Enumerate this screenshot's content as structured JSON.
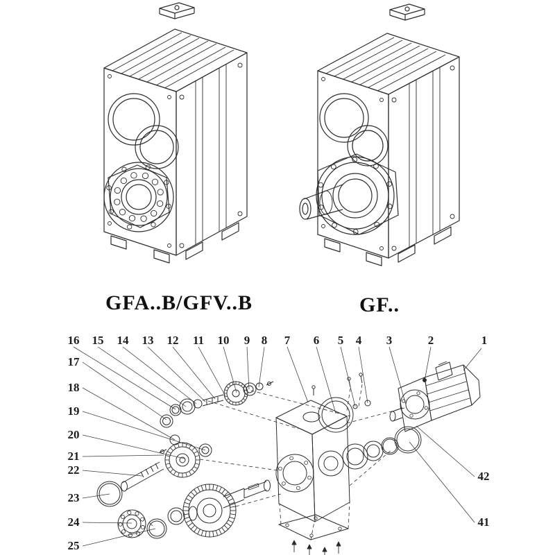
{
  "titles": {
    "left": "GFA..B/GFV..B",
    "right": "GF.."
  },
  "exploded": {
    "top_numbers": [
      "16",
      "15",
      "14",
      "13",
      "12",
      "11",
      "10",
      "9",
      "8",
      "7",
      "6",
      "5",
      "4",
      "3",
      "2",
      "1"
    ],
    "left_numbers": [
      "17",
      "18",
      "19",
      "20",
      "21",
      "22",
      "23",
      "24",
      "25"
    ],
    "right_numbers": [
      "42",
      "41"
    ]
  },
  "drawing": {
    "line_color": "#2b2b2b",
    "background": "#ffffff"
  }
}
